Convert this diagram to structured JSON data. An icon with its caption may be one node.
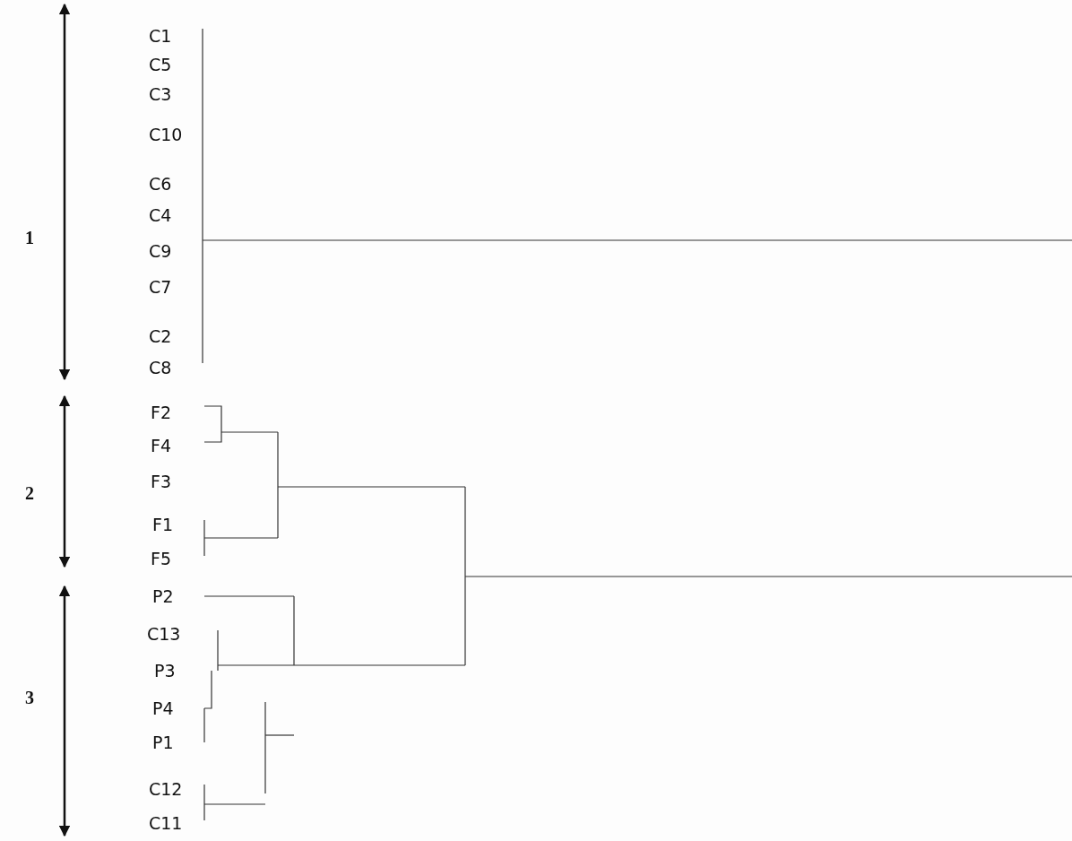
{
  "diagram": {
    "labels": [
      "1",
      "C1",
      "C5",
      "C3",
      "C10",
      "C6",
      "C4",
      "C9",
      "C7",
      "C2",
      "C8",
      "2",
      "F2",
      "F4",
      "F3",
      "F1",
      "F5",
      "3",
      "P2",
      "C13",
      "P3",
      "P4",
      "P1",
      "C12",
      "C11"
    ]
  }
}
